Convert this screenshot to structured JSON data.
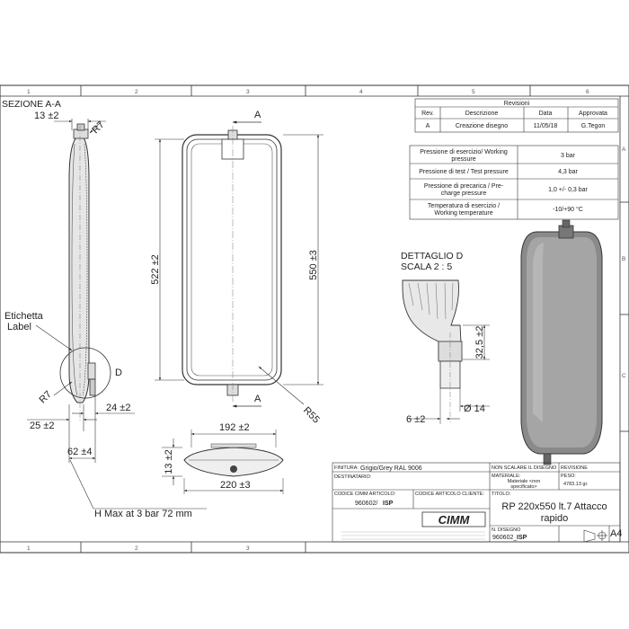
{
  "zones": {
    "columns": [
      "1",
      "2",
      "3",
      "4",
      "5",
      "6"
    ],
    "rows": [
      "A",
      "B",
      "C"
    ]
  },
  "section_view": {
    "title": "SEZIONE A-A",
    "dims": {
      "top_width": "13 ±2",
      "top_radius": "R7",
      "bottom_radius": "R7",
      "bottom_left": "25 ±2",
      "bottom_right": "24 ±2",
      "overall": "62 ±4",
      "detail_marker": "D"
    },
    "label_callout": [
      "Etichetta",
      "Label"
    ],
    "note": "H Max at 3 bar 72 mm"
  },
  "front_view": {
    "section_mark": "A",
    "dim_inner_height": "522 ±2",
    "dim_outer_height": "550 ±3",
    "dim_radius": "R55"
  },
  "bottom_view": {
    "dim_top_width": "192 ±2",
    "dim_height": "13 ±2",
    "dim_width": "220 ±3"
  },
  "revisions": {
    "title": "Revisioni",
    "headers": [
      "Rev.",
      "Descrizione",
      "Data",
      "Approvata"
    ],
    "rows": [
      [
        "A",
        "Creazione disegno",
        "11/05/18",
        "G.Tegon"
      ]
    ]
  },
  "specs": [
    {
      "label": [
        "Pressione di esercizio/ Working",
        "pressure"
      ],
      "value": "3 bar"
    },
    {
      "label": [
        "Pressione di test / Test pressure"
      ],
      "value": "4,3 bar"
    },
    {
      "label": [
        "Pressione di precarica / Pre-",
        "charge pressure"
      ],
      "value": "1,0 +/- 0,3 bar"
    },
    {
      "label": [
        "Temperatura di esercizio /",
        "Working temperature"
      ],
      "value": "-10/+90 °C"
    }
  ],
  "detail": {
    "title": [
      "DETTAGLIO D",
      "SCALA 2 : 5"
    ],
    "dim_height": "32,5 ±2",
    "dim_width": "6 ±2",
    "dim_diameter": "Ø 14"
  },
  "title_block": {
    "finish_label": "FINITURA:",
    "finish_value": "Grigio/Grey RAL 9006",
    "recipient_label": "DESTINATARIO:",
    "code_label": "CODICE CIMM ARTICOLO:",
    "code_value": "960602/",
    "code_suffix": "ISP",
    "client_code_label": "CODICE ARTICOLO CLIENTE:",
    "no_scale": "NON SCALARE IL DISEGNO",
    "revision_label": "REVISIONE",
    "material_label": "MATERIALE:",
    "material_value": [
      "Materiale <non",
      "specificato>"
    ],
    "weight_label": "PESO:",
    "weight_value": "4783.13 gr.",
    "title_label": "TITOLO:",
    "title_value": [
      "RP 220x550 lt.7 Attacco",
      "rapido"
    ],
    "drawing_no_label": "N. DISEGNO",
    "drawing_no_value": "960602_",
    "drawing_no_suffix": "ISP",
    "size": "A4",
    "logo": "CIMM"
  }
}
